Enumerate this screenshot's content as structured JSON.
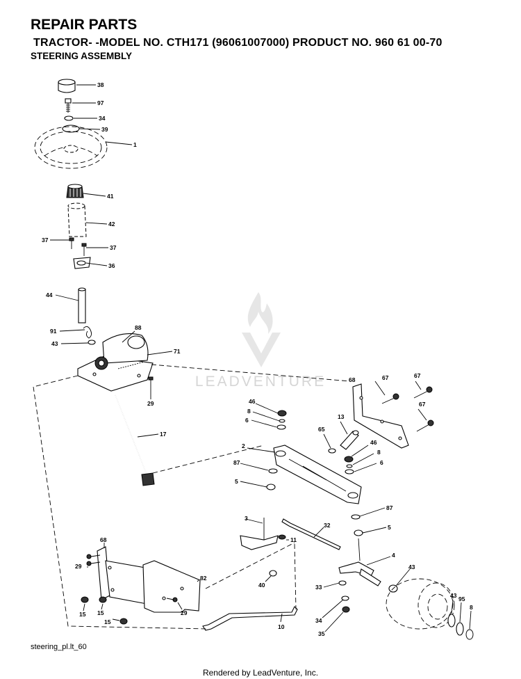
{
  "header": {
    "title": "REPAIR PARTS",
    "subtitle": "TRACTOR- -MODEL NO. CTH171 (96061007000) PRODUCT NO. 960 61 00-70",
    "section": "STEERING ASSEMBLY"
  },
  "watermark": {
    "brand": "LEADVENTURE"
  },
  "footer": {
    "ref": "steering_pl.lt_60",
    "credit": "Rendered by LeadVenture, Inc."
  },
  "callouts": {
    "c38": "38",
    "c97": "97",
    "c34a": "34",
    "c39": "39",
    "c1": "1",
    "c41": "41",
    "c42": "42",
    "c37a": "37",
    "c37b": "37",
    "c36": "36",
    "c44": "44",
    "c91": "91",
    "c88": "88",
    "c43a": "43",
    "c71": "71",
    "c29a": "29",
    "c17": "17",
    "c46a": "46",
    "c8a": "8",
    "c6a": "6",
    "c68a": "68",
    "c67a": "67",
    "c67b": "67",
    "c67c": "67",
    "c13": "13",
    "c65": "65",
    "c46b": "46",
    "c8b": "8",
    "c6b": "6",
    "c2": "2",
    "c87a": "87",
    "c5a": "5",
    "c87b": "87",
    "c5b": "5",
    "c3": "3",
    "c32": "32",
    "c11": "11",
    "c4": "4",
    "c43b": "43",
    "c40": "40",
    "c33": "33",
    "c34b": "34",
    "c35": "35",
    "c43c": "43",
    "c95": "95",
    "c8c": "8",
    "c68b": "68",
    "c29b": "29",
    "c82": "82",
    "c15a": "15",
    "c15b": "15",
    "c15c": "15",
    "c29c": "29",
    "c10": "10"
  }
}
